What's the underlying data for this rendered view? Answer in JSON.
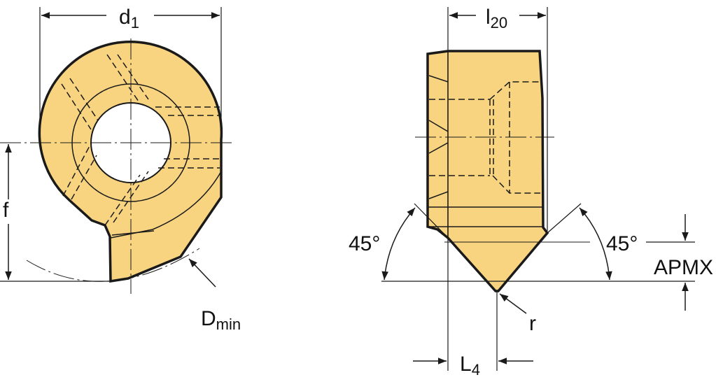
{
  "colors": {
    "insert_fill": "#F8D480",
    "line": "#1a1a1a"
  },
  "front_view": {
    "d_label": "d",
    "d_sub": "1",
    "f_label": "f",
    "dmin_label": "D",
    "dmin_sub": "min"
  },
  "side_view": {
    "l_label": "l",
    "l_sub": "20",
    "L_label": "L",
    "L_sub": "4",
    "angle_left": "45°",
    "angle_right": "45°",
    "apmx_label": "APMX",
    "r_label": "r"
  }
}
